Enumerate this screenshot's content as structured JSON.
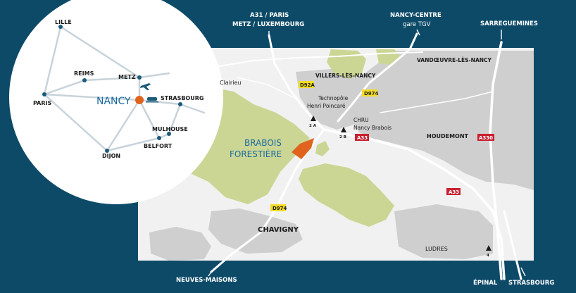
{
  "colors": {
    "background": "#0d4a68",
    "map_base": "#f1f1f1",
    "urban": "#cfcfcf",
    "forest": "#cbd694",
    "site": "#e0641d",
    "yellow_road": "#f3dc26",
    "red_road": "#c8202f",
    "nancy_text": "#1b6aa0"
  },
  "exits": {
    "top_center": "A31 / PARIS",
    "top_center_2": "METZ / LUXEMBOURG",
    "top_right_center": "NANCY-CENTRE",
    "top_right_center_2": "gare TGV",
    "top_right": "SARREGUEMINES",
    "bottom_left": "NEUVES-MAISONS",
    "bottom_right_1": "ÉPINAL",
    "bottom_right_2": "STRASBOURG"
  },
  "places": {
    "clairieu": "Clairieu",
    "villers": "VILLERS-LÈS-NANCY",
    "vandoeuvre": "VANDŒUVRE-LÈS-NANCY",
    "technopole": "Technopôle",
    "technopole_2": "Henri Poincaré",
    "chru": "CHRU",
    "chru_2": "Nancy Brabois",
    "houdemont": "HOUDEMONT",
    "brabois": "BRABOIS",
    "brabois_2": "FORESTIÈRE",
    "chavigny": "CHAVIGNY",
    "ludres": "LUDRES"
  },
  "roads": {
    "d92a": "D92A",
    "d974_top": "D974",
    "d974_bottom": "D974",
    "a33_1": "A33",
    "a33_2": "A33",
    "a330": "A330"
  },
  "junctions": {
    "j2a": "2 A",
    "j2b": "2 B",
    "j4": "4"
  },
  "inset": {
    "lille": "LILLE",
    "reims": "REIMS",
    "metz": "METZ",
    "paris": "PARIS",
    "nancy": "NANCY",
    "strasbourg": "STRASBOURG",
    "mulhouse": "MULHOUSE",
    "belfort": "BELFORT",
    "dijon": "DIJON"
  }
}
